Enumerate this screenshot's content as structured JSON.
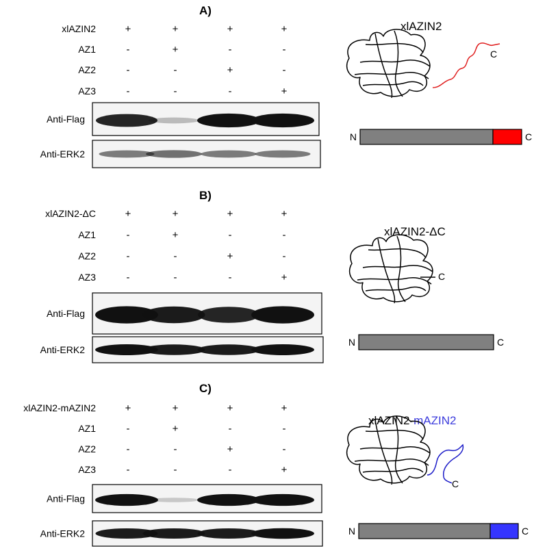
{
  "panels": [
    {
      "letter": "A)",
      "construct": "xlAZIN2",
      "rows": [
        {
          "label": "xlAZIN2",
          "signs": [
            "+",
            "+",
            "+",
            "+"
          ]
        },
        {
          "label": "AZ1",
          "signs": [
            "-",
            "+",
            "-",
            "-"
          ]
        },
        {
          "label": "AZ2",
          "signs": [
            "-",
            "-",
            "+",
            "-"
          ]
        },
        {
          "label": "AZ3",
          "signs": [
            "-",
            "-",
            "-",
            "+"
          ]
        }
      ],
      "blots": [
        {
          "label": "Anti-Flag",
          "band_intensity": [
            0.9,
            0.12,
            1.0,
            1.0
          ]
        },
        {
          "label": "Anti-ERK2",
          "band_intensity": [
            0.45,
            0.5,
            0.45,
            0.45
          ]
        }
      ],
      "diagram": {
        "title_parts": [
          {
            "text": "xlAZIN2",
            "color": "#000000"
          }
        ],
        "tail_color": "#e02020",
        "tail_label": "C",
        "bar_n": "N",
        "bar_c": "C",
        "bar_tail_color": "#ff0000"
      }
    },
    {
      "letter": "B)",
      "construct": "xlAZIN2-ΔC",
      "rows": [
        {
          "label": "xlAZIN2-ΔC",
          "signs": [
            "+",
            "+",
            "+",
            "+"
          ]
        },
        {
          "label": "AZ1",
          "signs": [
            "-",
            "+",
            "-",
            "-"
          ]
        },
        {
          "label": "AZ2",
          "signs": [
            "-",
            "-",
            "+",
            "-"
          ]
        },
        {
          "label": "AZ3",
          "signs": [
            "-",
            "-",
            "-",
            "+"
          ]
        }
      ],
      "blots": [
        {
          "label": "Anti-Flag",
          "band_intensity": [
            1.0,
            0.95,
            0.9,
            1.0
          ]
        },
        {
          "label": "Anti-ERK2",
          "band_intensity": [
            1.0,
            0.95,
            0.95,
            1.0
          ]
        }
      ],
      "diagram": {
        "title_parts": [
          {
            "text": "xlAZIN2-ΔC",
            "color": "#000000"
          }
        ],
        "tail_color": "#000000",
        "tail_label": "C",
        "bar_n": "N",
        "bar_c": "C",
        "bar_tail_color": null
      }
    },
    {
      "letter": "C)",
      "construct": "xlAZIN2-mAZIN2",
      "rows": [
        {
          "label": "xlAZIN2-mAZIN2",
          "signs": [
            "+",
            "+",
            "+",
            "+"
          ]
        },
        {
          "label": "AZ1",
          "signs": [
            "-",
            "+",
            "-",
            "-"
          ]
        },
        {
          "label": "AZ2",
          "signs": [
            "-",
            "-",
            "+",
            "-"
          ]
        },
        {
          "label": "AZ3",
          "signs": [
            "-",
            "-",
            "-",
            "+"
          ]
        }
      ],
      "blots": [
        {
          "label": "Anti-Flag",
          "band_intensity": [
            1.0,
            0.05,
            1.0,
            1.0
          ]
        },
        {
          "label": "Anti-ERK2",
          "band_intensity": [
            0.95,
            0.95,
            0.95,
            1.0
          ]
        }
      ],
      "diagram": {
        "title_parts": [
          {
            "text": "xlAZIN2-",
            "color": "#000000"
          },
          {
            "text": "mAZIN2",
            "color": "#3b3bdc"
          }
        ],
        "tail_color": "#1c1cc8",
        "tail_label": "C",
        "bar_n": "N",
        "bar_c": "C",
        "bar_tail_color": "#3535ff"
      }
    }
  ],
  "colors": {
    "bar_body": "#808080",
    "blot_band": "#111111"
  }
}
